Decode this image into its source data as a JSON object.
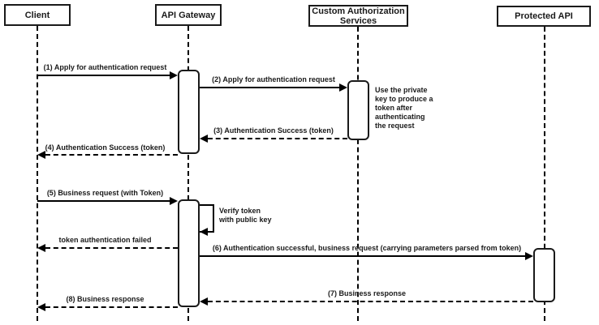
{
  "actors": [
    {
      "label": "Client"
    },
    {
      "label": "API Gateway"
    },
    {
      "label": "Custom Authorization\nServices"
    },
    {
      "label": "Protected API"
    }
  ],
  "messages": [
    {
      "label": "(1) Apply for authentication request",
      "from": "Client",
      "to": "API Gateway",
      "line": "solid"
    },
    {
      "label": "(2) Apply for authentication request",
      "from": "API Gateway",
      "to": "Custom Authorization Services",
      "line": "solid"
    },
    {
      "label": "(3) Authentication Success (token)",
      "from": "Custom Authorization Services",
      "to": "API Gateway",
      "line": "dashed"
    },
    {
      "label": "(4) Authentication Success (token)",
      "from": "API Gateway",
      "to": "Client",
      "line": "dashed"
    },
    {
      "label": "(5) Business request (with Token)",
      "from": "Client",
      "to": "API Gateway",
      "line": "solid"
    },
    {
      "label": "token authentication failed",
      "from": "API Gateway",
      "to": "Client",
      "line": "dashed"
    },
    {
      "label": "(6) Authentication successful, business request (carrying parameters parsed from token)",
      "from": "API Gateway",
      "to": "Protected API",
      "line": "solid"
    },
    {
      "label": "(7) Business response",
      "from": "Protected API",
      "to": "API Gateway",
      "line": "dashed"
    },
    {
      "label": "(8) Business response",
      "from": "API Gateway",
      "to": "Client",
      "line": "dashed"
    }
  ],
  "self_message": {
    "label": "Verify token\nwith public key",
    "actor": "API Gateway"
  },
  "note": {
    "text": "Use the private\nkey to produce a\ntoken after\nauthenticating\nthe request",
    "attached_to": "Custom Authorization Services"
  },
  "colors": {
    "background": "#ffffff",
    "line": "#000000",
    "box_border": "#1a1a1a",
    "text": "#1a1a1a"
  }
}
